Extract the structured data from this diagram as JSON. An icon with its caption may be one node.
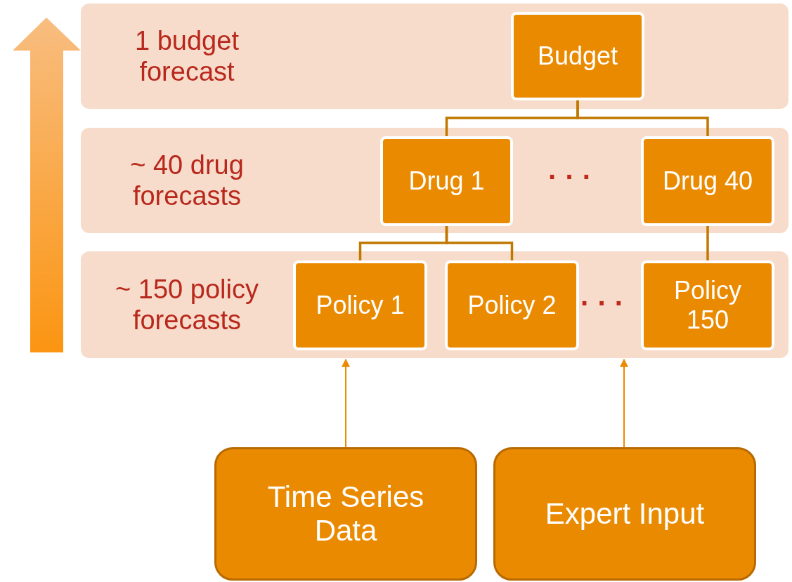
{
  "diagram": {
    "nodes": [
      {
        "text": [
          "1 budget forecast"
        ]
      },
      {
        "text": [
          "Budget"
        ],
        "in": 0
      },
      {
        "text": [
          "~ 40 drug forecasts"
        ]
      },
      {
        "text": [
          "Drug 1"
        ],
        "in": 2
      },
      {
        "text": [
          "Drug 40"
        ],
        "in": 2
      },
      {
        "text": [
          "~ 150 policy forecasts"
        ]
      },
      {
        "text": [
          "Policy 1"
        ],
        "in": 5
      },
      {
        "text": [
          "Policy 2"
        ],
        "in": 5
      },
      {
        "text": [
          "Policy 150"
        ],
        "in": 5
      },
      {
        "text": [
          "Time Series Data"
        ]
      },
      {
        "text": [
          "Expert Input"
        ]
      }
    ],
    "edges": [
      {
        "from": 1,
        "to": 3,
        "arrow": "none"
      },
      {
        "from": 1,
        "to": 4,
        "arrow": "none"
      },
      {
        "from": 3,
        "to": 6,
        "arrow": "none"
      },
      {
        "from": 3,
        "to": 7,
        "arrow": "none"
      },
      {
        "from": 4,
        "to": 8,
        "arrow": "none"
      },
      {
        "from": 9,
        "to": 5,
        "arrow": "to",
        "color": "#ea8a00"
      },
      {
        "from": 10,
        "to": 5,
        "arrow": "to",
        "color": "#ea8a00"
      }
    ],
    "labels": [
      "· · ·",
      "· · ·"
    ]
  }
}
